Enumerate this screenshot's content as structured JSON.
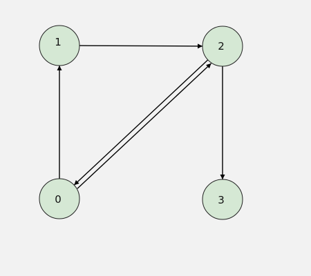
{
  "graph": {
    "node_fill": "#d5e8d4",
    "node_stroke": "#222222",
    "edge_color": "#000000",
    "background": "#f2f2f2",
    "nodes": [
      {
        "id": "0",
        "label": "0"
      },
      {
        "id": "1",
        "label": "1"
      },
      {
        "id": "2",
        "label": "2"
      },
      {
        "id": "3",
        "label": "3"
      }
    ],
    "edges": [
      {
        "from": "0",
        "to": "1"
      },
      {
        "from": "1",
        "to": "2"
      },
      {
        "from": "0",
        "to": "2"
      },
      {
        "from": "2",
        "to": "0"
      },
      {
        "from": "2",
        "to": "3"
      }
    ]
  }
}
